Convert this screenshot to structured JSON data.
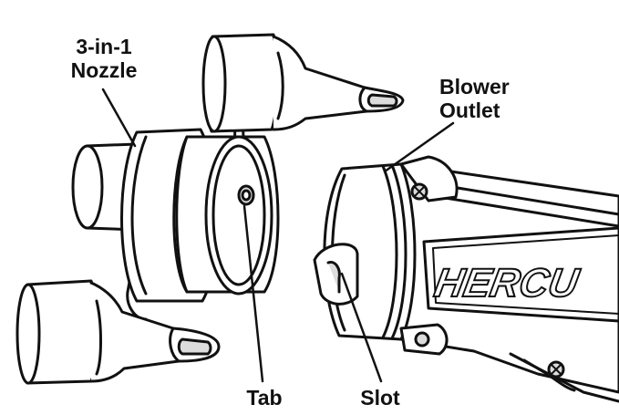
{
  "labels": {
    "nozzle_line1": "3-in-1",
    "nozzle_line2": "Nozzle",
    "blower_line1": "Blower",
    "blower_line2": "Outlet",
    "tab": "Tab",
    "slot": "Slot"
  },
  "brand_text": "HERCU",
  "colors": {
    "stroke": "#111111",
    "fill": "#ffffff",
    "band": "#dcdcdc",
    "text": "#111111"
  }
}
